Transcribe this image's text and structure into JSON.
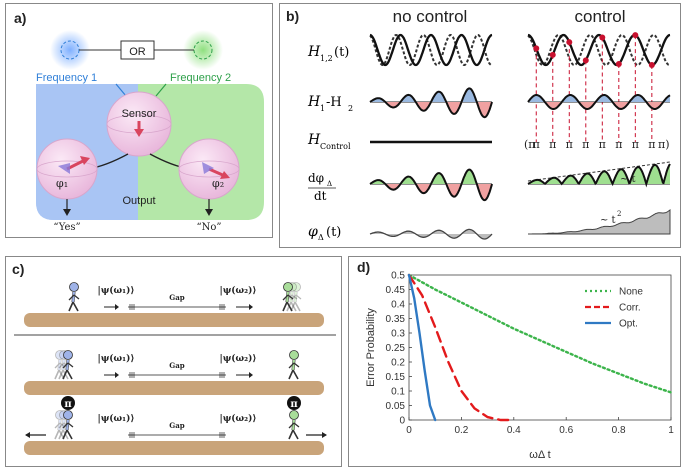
{
  "panel_a": {
    "label": "a)",
    "or_label": "OR",
    "freq1": "Frequency 1",
    "freq2": "Frequency 2",
    "sensor": "Sensor",
    "phi1": "φ₁",
    "phi2": "φ₂",
    "output": "Output",
    "yes": "“Yes”",
    "no": "“No”",
    "colors": {
      "blue": "#8fb4f0",
      "green": "#9fe08f",
      "freq1": "#2f7fd8",
      "freq2": "#2ea04a",
      "bloch": "#f2cde8",
      "arrow": "#d9455f"
    }
  },
  "panel_b": {
    "label": "b)",
    "col_no_control": "no control",
    "col_control": "control",
    "row_h12": "H",
    "row_h12_sub": "1,2",
    "row_h12_arg": "(t)",
    "row_diff": "H",
    "row_diff_sub1": "1",
    "row_diff_mid": "-H",
    "row_diff_sub2": "2",
    "row_hctrl": "H",
    "row_hctrl_sub": "Control",
    "row_dphi_num": "dφ",
    "row_dphi_sub": "Δ",
    "row_dphi_den": "dt",
    "row_phi": "φ",
    "row_phi_sub": "Δ",
    "row_phi_arg": "(t)",
    "pi_symbol": "π",
    "pi_left": "(π",
    "pi_right": "π)",
    "linear_label": "~ t",
    "quad_label": "~ t",
    "quad_exp": "2",
    "colors": {
      "blue": "#9ab9e0",
      "red": "#f0a1a1",
      "green": "#9fdf90",
      "gray": "#bdbdbd",
      "marker": "#c8102e"
    }
  },
  "panel_c": {
    "label": "c)",
    "psi1": "|ψ(ω₁)⟩",
    "psi2": "|ψ(ω₂)⟩",
    "gap": "Gap",
    "pi_symbol": "π",
    "colors": {
      "road": "#c9a47a",
      "walker_blue": "#9fb3e8",
      "walker_green": "#a9dd9a"
    }
  },
  "panel_d": {
    "label": "d)",
    "chart_data": {
      "type": "line",
      "xlabel": "ωΔ t",
      "ylabel": "Error Probability",
      "xlim": [
        0,
        1
      ],
      "ylim": [
        0,
        0.5
      ],
      "xticks": [
        "0",
        "0.2",
        "0.4",
        "0.6",
        "0.8",
        "1"
      ],
      "yticks": [
        "0",
        "0.05",
        "0.1",
        "0.15",
        "0.2",
        "0.25",
        "0.3",
        "0.35",
        "0.4",
        "0.45",
        "0.5"
      ],
      "legend_position": "top-right",
      "series": [
        {
          "name": "None",
          "color": "#3cb44b",
          "style": "dotted",
          "x": [
            0,
            0.1,
            0.2,
            0.3,
            0.4,
            0.5,
            0.6,
            0.7,
            0.8,
            0.9,
            1.0
          ],
          "y": [
            0.5,
            0.45,
            0.405,
            0.36,
            0.315,
            0.275,
            0.235,
            0.195,
            0.16,
            0.125,
            0.095
          ]
        },
        {
          "name": "Corr.",
          "color": "#e31a1c",
          "style": "dashed",
          "x": [
            0,
            0.05,
            0.1,
            0.15,
            0.2,
            0.25,
            0.3,
            0.35,
            0.4
          ],
          "y": [
            0.5,
            0.43,
            0.32,
            0.2,
            0.1,
            0.04,
            0.01,
            0.0,
            0.0
          ]
        },
        {
          "name": "Opt.",
          "color": "#2f79c3",
          "style": "solid",
          "x": [
            0,
            0.02,
            0.04,
            0.06,
            0.08,
            0.1
          ],
          "y": [
            0.5,
            0.42,
            0.3,
            0.17,
            0.05,
            0.0
          ]
        }
      ]
    }
  }
}
